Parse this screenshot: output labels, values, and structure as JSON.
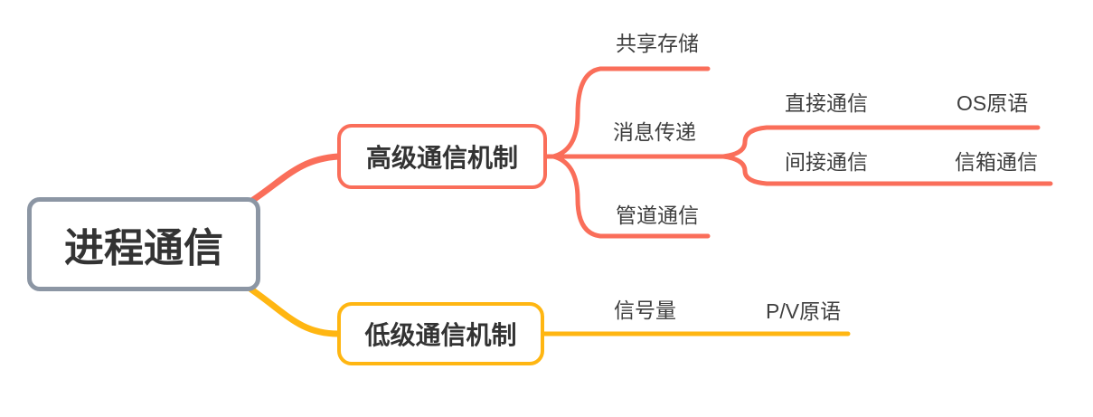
{
  "app": {
    "type": "mindmap"
  },
  "colors": {
    "root_border": "#8C96A4",
    "high_branch": "#FA6E5A",
    "low_branch": "#FFB612",
    "node_text": "#333333",
    "label_text": "#3F3F3F",
    "background": "#FFFFFF"
  },
  "tree": {
    "label": "进程通信",
    "children": [
      {
        "label": "高级通信机制",
        "color": "#FA6E5A",
        "children": [
          {
            "label": "共享存储",
            "children": []
          },
          {
            "label": "消息传递",
            "children": [
              {
                "label": "直接通信",
                "children": [
                  {
                    "label": "OS原语",
                    "children": []
                  }
                ]
              },
              {
                "label": "间接通信",
                "children": [
                  {
                    "label": "信箱通信",
                    "children": []
                  }
                ]
              }
            ]
          },
          {
            "label": "管道通信",
            "children": []
          }
        ]
      },
      {
        "label": "低级通信机制",
        "color": "#FFB612",
        "children": [
          {
            "label": "信号量",
            "children": [
              {
                "label": "P/V原语",
                "children": []
              }
            ]
          }
        ]
      }
    ]
  }
}
